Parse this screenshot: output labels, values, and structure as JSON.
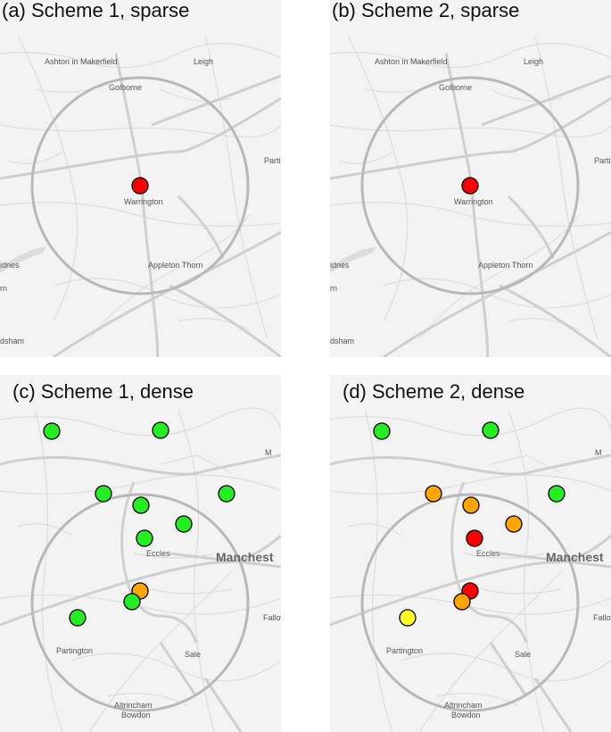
{
  "colors": {
    "red": "#ff0000",
    "orange": "#ffa500",
    "green": "#22ee22",
    "yellow": "#ffff22",
    "land": "#f3f3f3",
    "road_major": "#cfcfcf",
    "road_minor": "#dddddd",
    "water": "#dcdcdc",
    "circle": "#b8b8b8"
  },
  "panels": [
    {
      "id": "a",
      "title": "(a) Scheme 1, sparse",
      "places": {
        "ashton": "Ashton in Makerfield",
        "leigh": "Leigh",
        "golborne": "Golborne",
        "warrington": "Warrington",
        "appleton": "Appleton Thorn",
        "partial_right": "Parti",
        "partial_idnes": "idnes",
        "partial_rn": "rn",
        "partial_dsham": "dsham"
      },
      "markers": [
        {
          "status": "red"
        }
      ]
    },
    {
      "id": "b",
      "title": "(b) Scheme 2, sparse",
      "places": {
        "ashton": "Ashton in Makerfield",
        "leigh": "Leigh",
        "golborne": "Golborne",
        "warrington": "Warrington",
        "appleton": "Appleton Thorn",
        "partial_right": "Parti",
        "partial_idnes": "idnes",
        "partial_rn": "rn",
        "partial_dsham": "dsham"
      },
      "markers": [
        {
          "status": "red"
        }
      ]
    },
    {
      "id": "c",
      "title": "(c) Scheme 1, dense",
      "places": {
        "eccles": "Eccles",
        "manchester": "Manchest",
        "partington": "Partington",
        "sale": "Sale",
        "altrincham": "Altrincham",
        "bowdon": "Bowdon",
        "fallow": "Fallow",
        "partial_m": "M"
      },
      "markers": [
        {
          "status": "green"
        },
        {
          "status": "green"
        },
        {
          "status": "green"
        },
        {
          "status": "green"
        },
        {
          "status": "green"
        },
        {
          "status": "green"
        },
        {
          "status": "green"
        },
        {
          "status": "orange"
        },
        {
          "status": "green"
        },
        {
          "status": "green"
        }
      ]
    },
    {
      "id": "d",
      "title": "(d) Scheme 2, dense",
      "places": {
        "eccles": "Eccles",
        "manchester": "Manchest",
        "partington": "Partington",
        "sale": "Sale",
        "altrincham": "Altrincham",
        "bowdon": "Bowdon",
        "fallow": "Fallow",
        "partial_m": "M"
      },
      "markers": [
        {
          "status": "green"
        },
        {
          "status": "green"
        },
        {
          "status": "orange"
        },
        {
          "status": "orange"
        },
        {
          "status": "green"
        },
        {
          "status": "orange"
        },
        {
          "status": "red"
        },
        {
          "status": "red"
        },
        {
          "status": "orange"
        },
        {
          "status": "yellow"
        }
      ]
    }
  ]
}
